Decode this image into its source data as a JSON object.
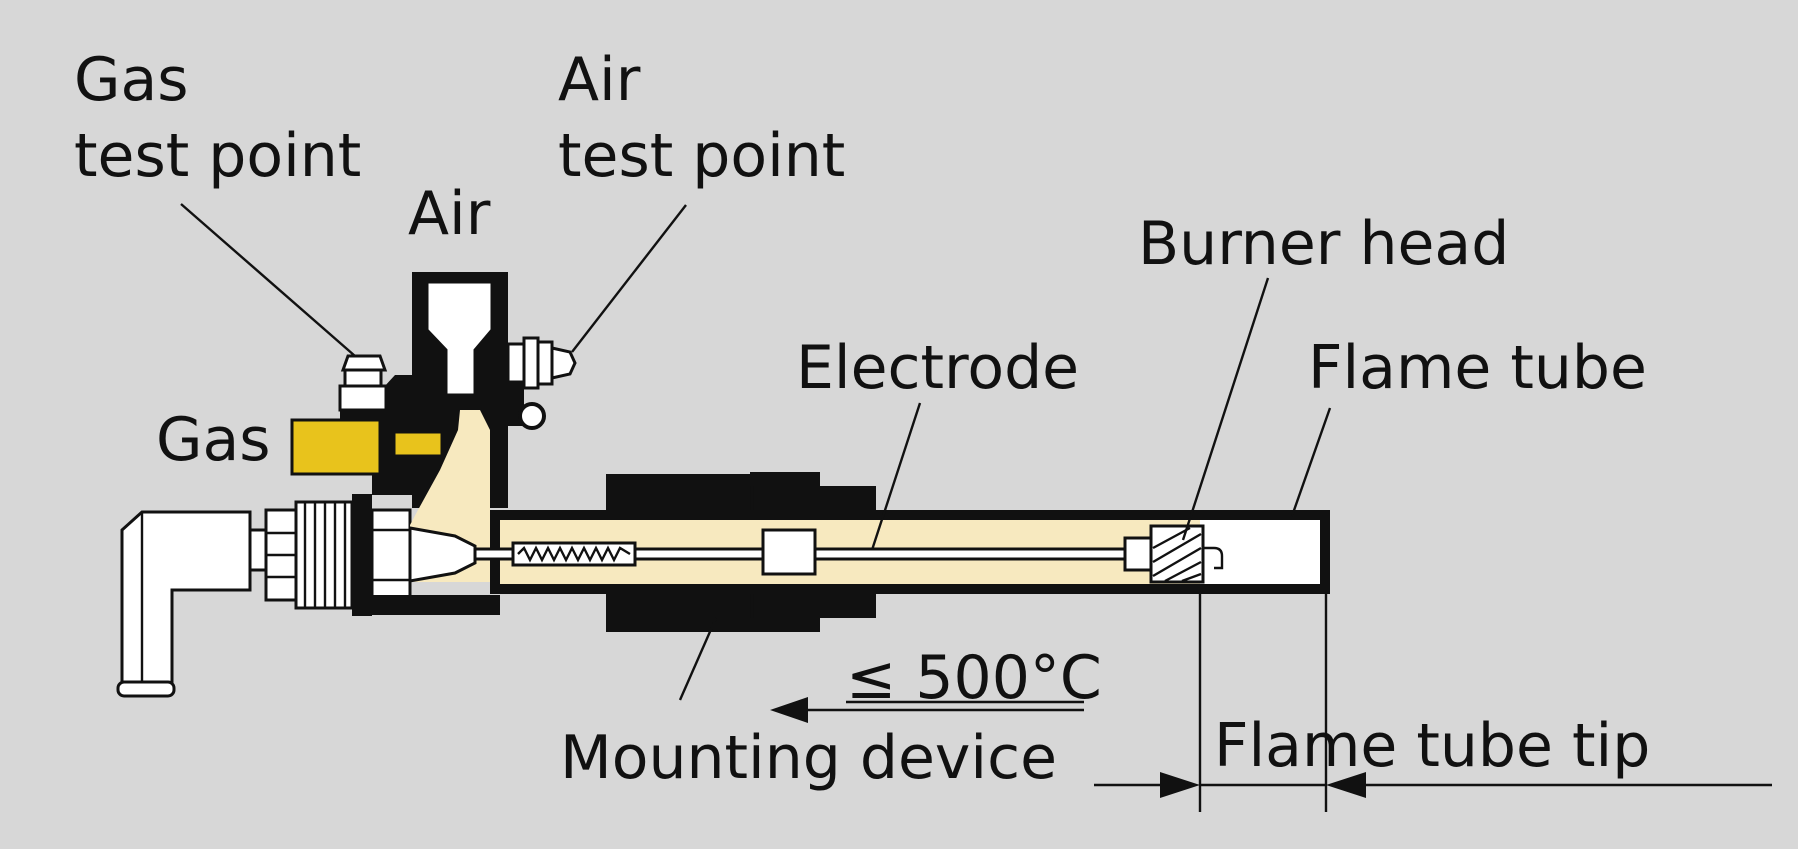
{
  "labels": {
    "gas_test_point_line1": "Gas",
    "gas_test_point_line2": "test point",
    "air_test_point_line1": "Air",
    "air_test_point_line2": "test point",
    "air": "Air",
    "gas": "Gas",
    "burner_head": "Burner head",
    "electrode": "Electrode",
    "flame_tube": "Flame tube",
    "temperature": "≤ 500°C",
    "mounting_device": "Mounting device",
    "flame_tube_tip": "Flame tube tip"
  },
  "colors": {
    "background": "#d7d7d7",
    "gas_fill": "#e8c31c",
    "air_mixture_fill": "#f7e9bf"
  }
}
